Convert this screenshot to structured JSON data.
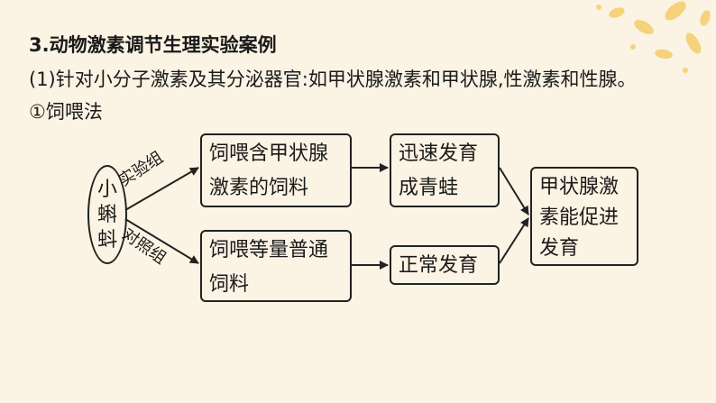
{
  "heading": {
    "number": "3",
    "text": ".动物激素调节生理实验案例"
  },
  "case": "(1)针对小分子激素及其分泌器官:如甲状腺激素和甲状腺,性激素和性腺。",
  "method": "①饲喂法",
  "diagram": {
    "subject": [
      "小",
      "蝌",
      "蚪"
    ],
    "branch_experimental": "实验组",
    "branch_control": "对照组",
    "exp_treatment": [
      "饲喂含甲状腺",
      "激素的饲料"
    ],
    "ctl_treatment": [
      "饲喂等量普通",
      "饲料"
    ],
    "exp_result": [
      "迅速发育",
      "成青蛙"
    ],
    "ctl_result": "正常发育",
    "conclusion": [
      "甲状腺激",
      "素能促进",
      "发育"
    ]
  },
  "colors": {
    "background": "#fbf3e3",
    "stroke": "#222222",
    "decoration": "#f3c75a"
  }
}
